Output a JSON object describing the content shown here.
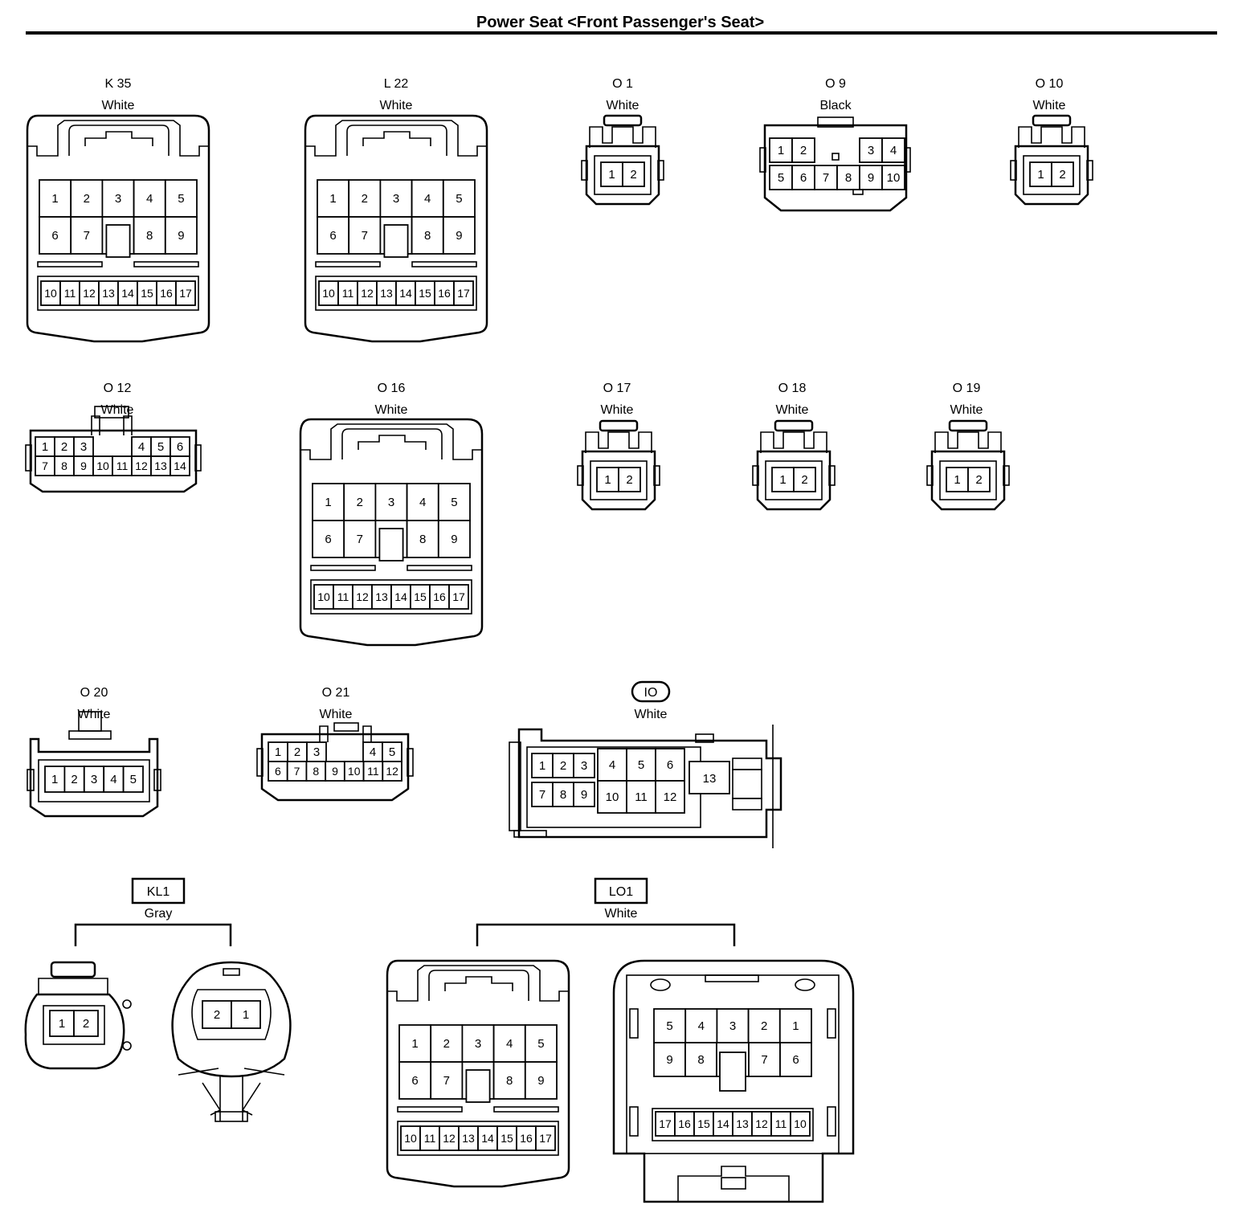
{
  "page_title": "Power Seat <Front Passenger's Seat>",
  "connectors": [
    {
      "id": "K 35",
      "color": "White"
    },
    {
      "id": "L 22",
      "color": "White"
    },
    {
      "id": "O 1",
      "color": "White"
    },
    {
      "id": "O 9",
      "color": "Black"
    },
    {
      "id": "O 10",
      "color": "White"
    },
    {
      "id": "O 12",
      "color": "White"
    },
    {
      "id": "O 16",
      "color": "White"
    },
    {
      "id": "O 17",
      "color": "White"
    },
    {
      "id": "O 18",
      "color": "White"
    },
    {
      "id": "O 19",
      "color": "White"
    },
    {
      "id": "O 20",
      "color": "White"
    },
    {
      "id": "O 21",
      "color": "White"
    },
    {
      "id": "IO",
      "color": "White"
    },
    {
      "id": "KL1",
      "color": "Gray"
    },
    {
      "id": "LO1",
      "color": "White"
    }
  ],
  "pins": {
    "p17_top": [
      "1",
      "2",
      "3",
      "4",
      "5"
    ],
    "p17_mid": [
      "6",
      "7",
      "8",
      "9"
    ],
    "p17_bot": [
      "10",
      "11",
      "12",
      "13",
      "14",
      "15",
      "16",
      "17"
    ],
    "p2": [
      "1",
      "2"
    ],
    "p2_rev": [
      "2",
      "1"
    ],
    "o9_top_left": [
      "1",
      "2"
    ],
    "o9_top_right": [
      "3",
      "4"
    ],
    "o9_bottom": [
      "5",
      "6",
      "7",
      "8",
      "9",
      "10"
    ],
    "o12_top_left": [
      "1",
      "2",
      "3"
    ],
    "o12_top_right": [
      "4",
      "5",
      "6"
    ],
    "o12_bottom": [
      "7",
      "8",
      "9",
      "10",
      "11",
      "12",
      "13",
      "14"
    ],
    "o20_row": [
      "1",
      "2",
      "3",
      "4",
      "5"
    ],
    "o21_top_left": [
      "1",
      "2",
      "3"
    ],
    "o21_top_right": [
      "4",
      "5"
    ],
    "o21_bottom": [
      "6",
      "7",
      "8",
      "9",
      "10",
      "11",
      "12"
    ],
    "io_small_top": [
      "1",
      "2",
      "3"
    ],
    "io_small_bottom": [
      "7",
      "8",
      "9"
    ],
    "io_big_top": [
      "4",
      "5",
      "6"
    ],
    "io_big_bottom": [
      "10",
      "11",
      "12"
    ],
    "io_13": "13",
    "lo1r_top": [
      "5",
      "4",
      "3",
      "2",
      "1"
    ],
    "lo1r_mid_left": [
      "9",
      "8"
    ],
    "lo1r_mid_right": [
      "7",
      "6"
    ],
    "lo1r_bot": [
      "17",
      "16",
      "15",
      "14",
      "13",
      "12",
      "11",
      "10"
    ]
  }
}
